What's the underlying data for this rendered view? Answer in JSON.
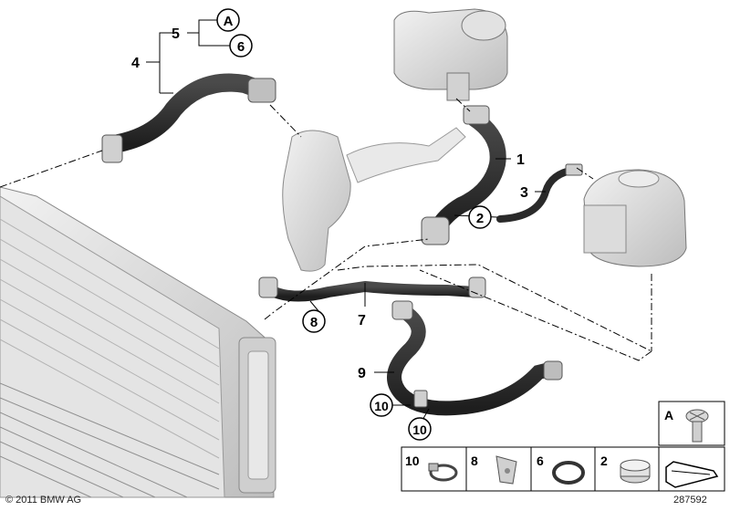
{
  "callouts": {
    "n1": "1",
    "n2": "2",
    "n3": "3",
    "n4": "4",
    "n5": "5",
    "nA": "A",
    "n6": "6",
    "n7": "7",
    "n8": "8",
    "n9": "9",
    "n10a": "10",
    "n10b": "10"
  },
  "legend": {
    "top_label": "A",
    "cells": [
      "10",
      "8",
      "6",
      "2"
    ]
  },
  "footer": {
    "copyright": "© 2011 BMW AG",
    "diagram_number": "287592"
  },
  "colors": {
    "hose": "#2b2b2b",
    "part_gray": "#d6d6d6",
    "outline": "#555555",
    "line": "#000000"
  }
}
